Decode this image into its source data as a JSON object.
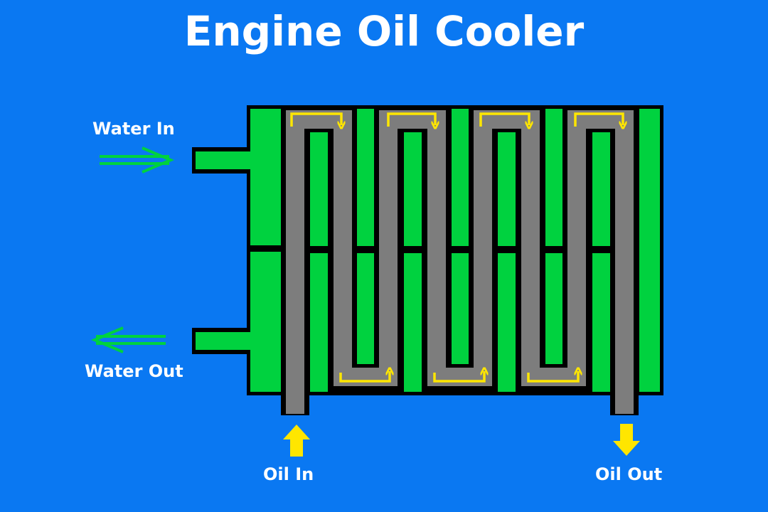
{
  "title": "Engine Oil Cooler",
  "labels": {
    "water_in": "Water In",
    "water_out": "Water Out",
    "oil_in": "Oil In",
    "oil_out": "Oil Out"
  },
  "colors": {
    "background": "#0a78f2",
    "water": "#00d23f",
    "oil_channel": "#7d7d7d",
    "flow_arrow": "#ffe600",
    "outline": "#000000",
    "text": "#ffffff"
  }
}
